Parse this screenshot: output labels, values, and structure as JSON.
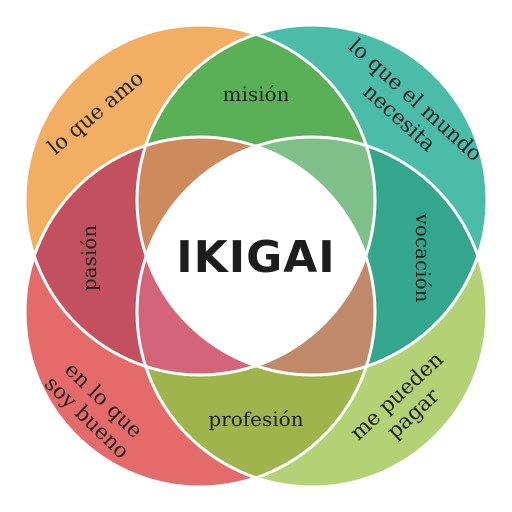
{
  "colors": {
    "love": "#f2ae63",
    "world_needs": "#4bbbaa",
    "good_at": "#e56b6b",
    "paid_for": "#b3d275",
    "mission": "#5ab056",
    "passion": "#c2505e",
    "vocation": "#35a68e",
    "profession": "#9fb44d",
    "overlap_love_needs": "#cc8a5d",
    "overlap_needs_paid": "#7fc08a",
    "overlap_good_paid": "#c08a6a",
    "overlap_love_good": "#d4647a",
    "center": "#ffffff",
    "stroke": "#ffffff"
  },
  "center_label": "IKIGAI",
  "outer": {
    "love": "lo que amo",
    "world_needs_line1": "lo que el mundo",
    "world_needs_line2": "necesita",
    "good_at_line1": "en lo que",
    "good_at_line2": "soy bueno",
    "paid_for_line1": "me pueden",
    "paid_for_line2": "pagar"
  },
  "inner": {
    "mission": "misión",
    "passion": "pasión",
    "vocation": "vocación",
    "profession": "profesión"
  }
}
